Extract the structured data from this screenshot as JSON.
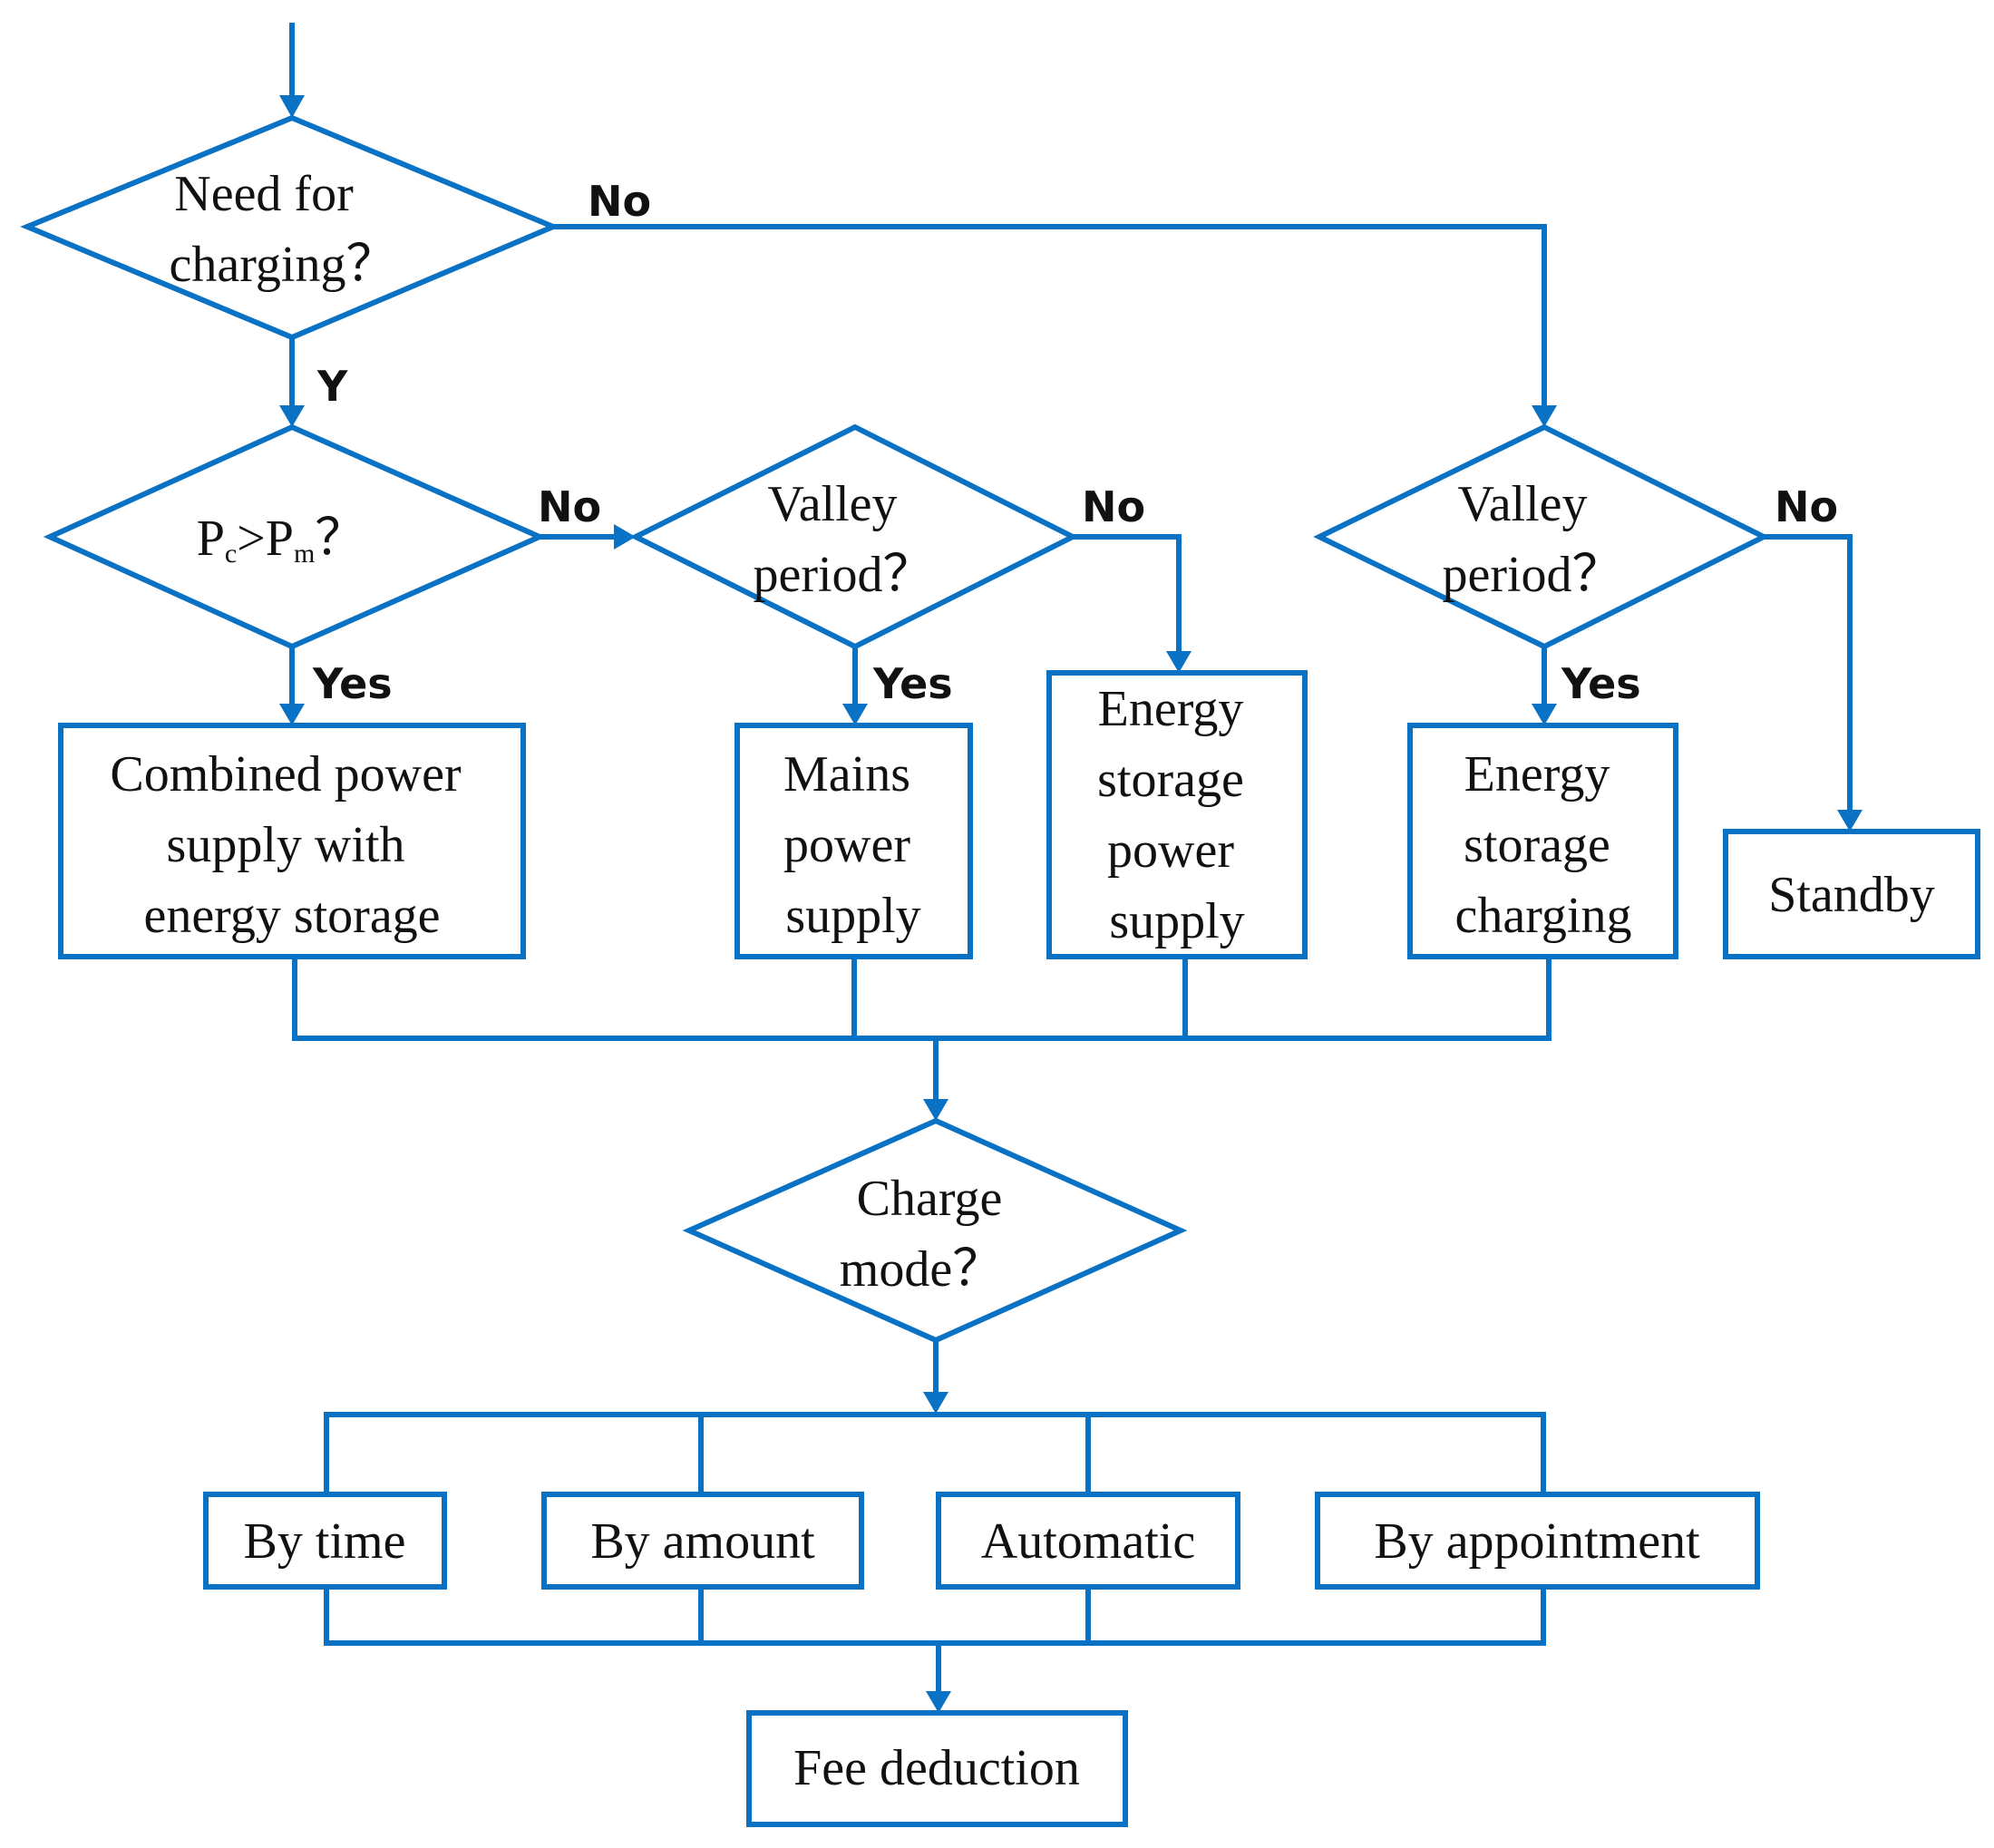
{
  "diagram": {
    "colors": {
      "stroke": "#0a72c4",
      "text": "#111111",
      "background": "#ffffff"
    },
    "decisions": {
      "need_charging": [
        "Need for",
        "charging？"
      ],
      "pc_pm": [
        "P",
        "c",
        ">P",
        "m",
        "？"
      ],
      "valley_left": [
        "Valley",
        "period？"
      ],
      "valley_right": [
        "Valley",
        "period？"
      ],
      "charge_mode": [
        "Charge",
        "mode？"
      ]
    },
    "boxes": {
      "combined": [
        "Combined power",
        "supply with",
        "energy storage"
      ],
      "mains": [
        "Mains",
        "power",
        "supply"
      ],
      "es_supply": [
        "Energy",
        "storage",
        "power",
        "supply"
      ],
      "es_charging": [
        "Energy",
        "storage",
        "charging"
      ],
      "standby": [
        "Standby"
      ],
      "by_time": [
        "By time"
      ],
      "by_amount": [
        "By amount"
      ],
      "automatic": [
        "Automatic"
      ],
      "by_appointment": [
        "By appointment"
      ],
      "fee": [
        "Fee deduction"
      ]
    },
    "edge_labels": {
      "need_no": "No",
      "need_yes": "Y",
      "pcpm_no": "No",
      "pcpm_yes": "Yes",
      "valley_left_no": "No",
      "valley_left_yes": "Yes",
      "valley_right_no": "No",
      "valley_right_yes": "Yes"
    }
  }
}
